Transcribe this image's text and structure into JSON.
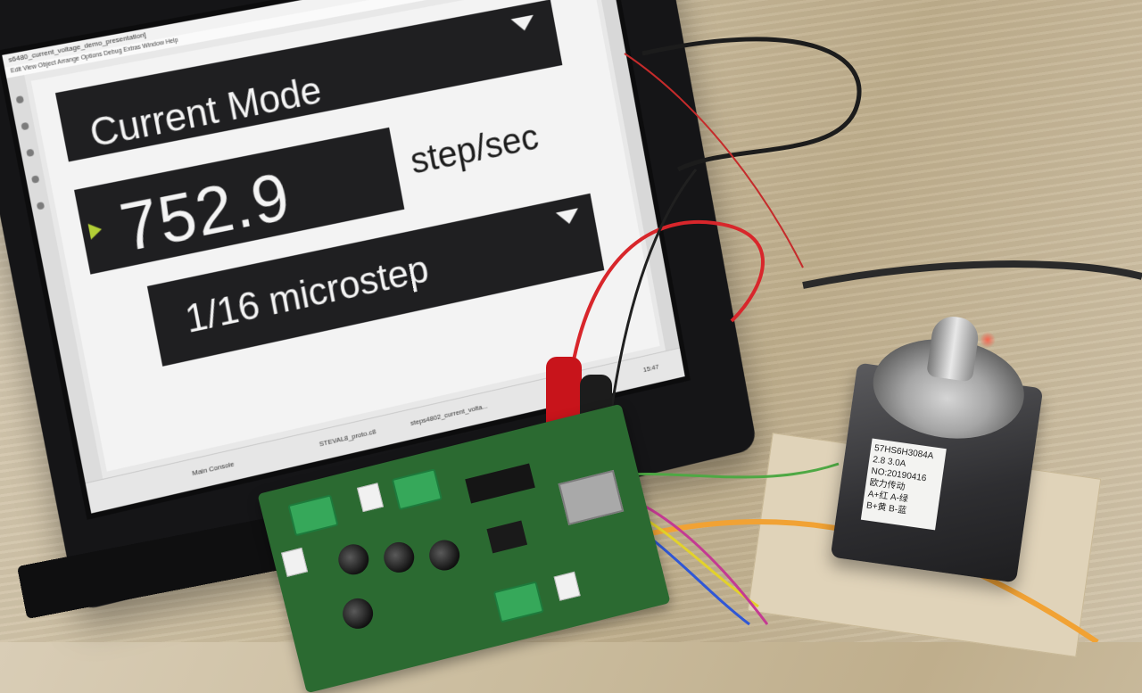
{
  "window": {
    "title": "s6480_current_voltage_demo_presentation]",
    "menu": "Edit View Object Arrange Options Debug Extras Window Help"
  },
  "ui": {
    "mode": "Current Mode",
    "speed_value": "752.9",
    "speed_unit": "step/sec",
    "microstep": "1/16 microstep"
  },
  "taskbar": {
    "items": [
      "Main Console",
      "STEVAL8_proto.c8",
      "steps4802_current_volta..."
    ],
    "time": "15:47"
  },
  "motor_label": {
    "line1": "57HS6H3084A",
    "line2": "2.8   3.0A",
    "line3": "NO:20190416",
    "line4": "欧力传动",
    "line5": "A+红  A-绿",
    "line6": "B+黄  B-蓝"
  },
  "colors": {
    "panel_dark": "#1f1f21",
    "screen_bg": "#f3f3f3",
    "cursor_accent": "#b2cf36",
    "cable_red": "#d8262b",
    "cable_orange": "#f1a234",
    "board_green": "#2b6a31"
  },
  "icons": [
    "dropdown-arrow-icon",
    "cursor-arrow-icon"
  ]
}
